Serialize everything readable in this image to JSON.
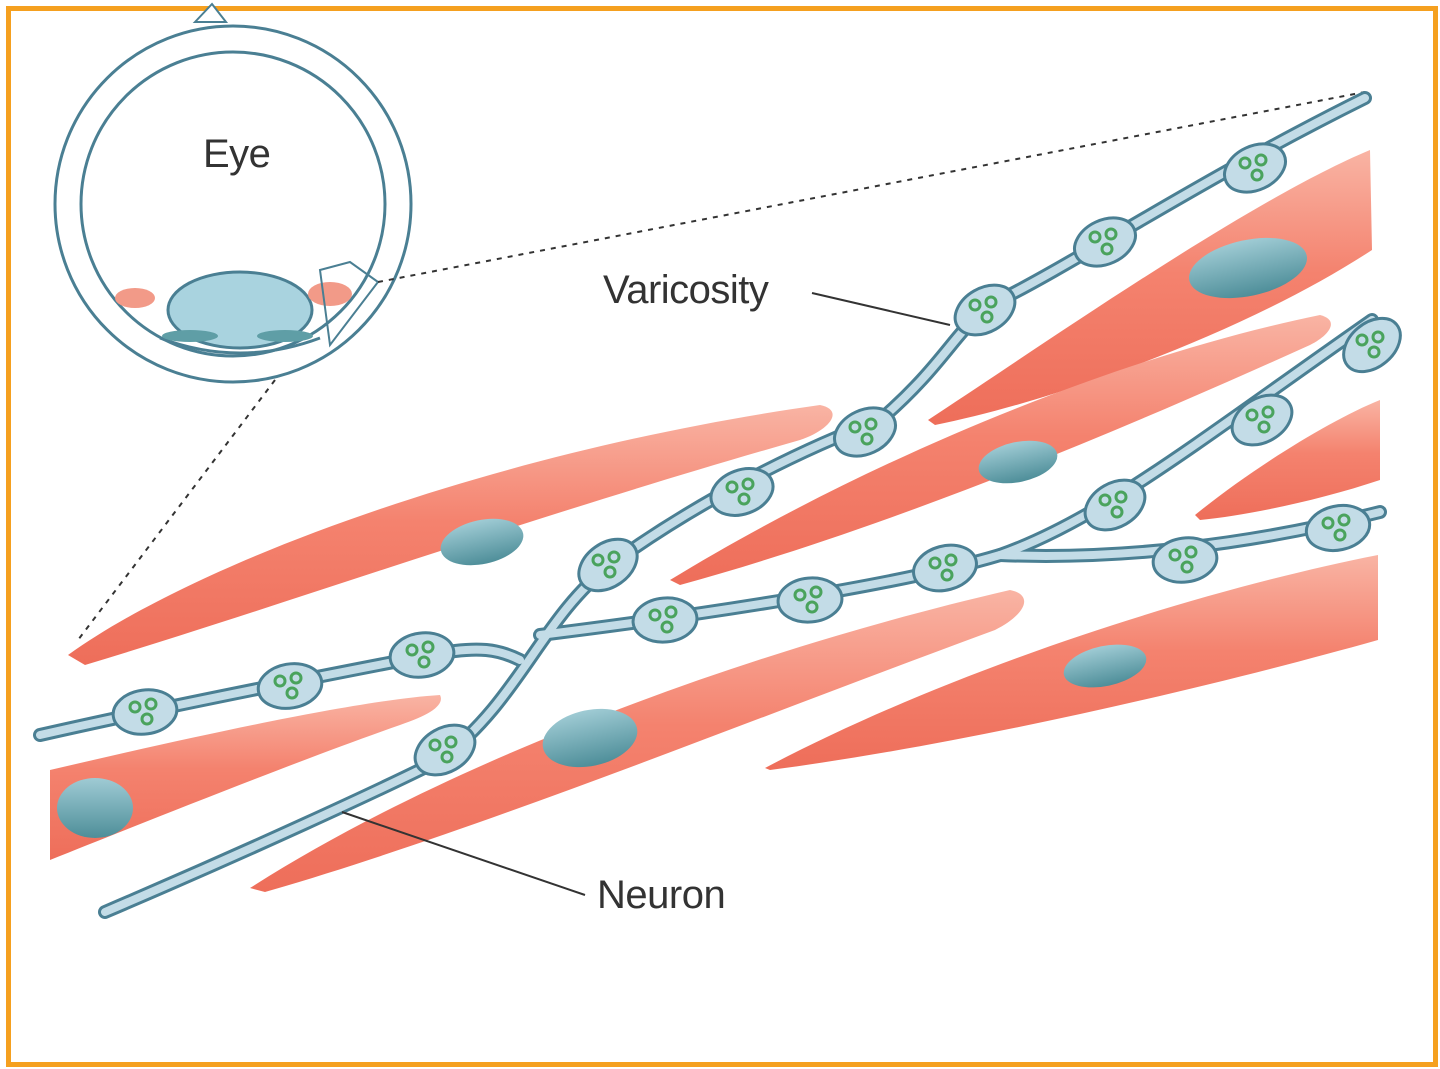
{
  "labels": {
    "eye": "Eye",
    "varicosity": "Varicosity",
    "neuron": "Neuron"
  },
  "colors": {
    "frame": "#f5a01f",
    "muscle": "#f07a66",
    "muscle_highlight": "#f9b3a4",
    "nucleus": "#5f9ea6",
    "neuron_fill": "#c3dce7",
    "neuron_stroke": "#4a7f93",
    "vesicle": "#4aa35d",
    "lens": "#a9d3df"
  }
}
